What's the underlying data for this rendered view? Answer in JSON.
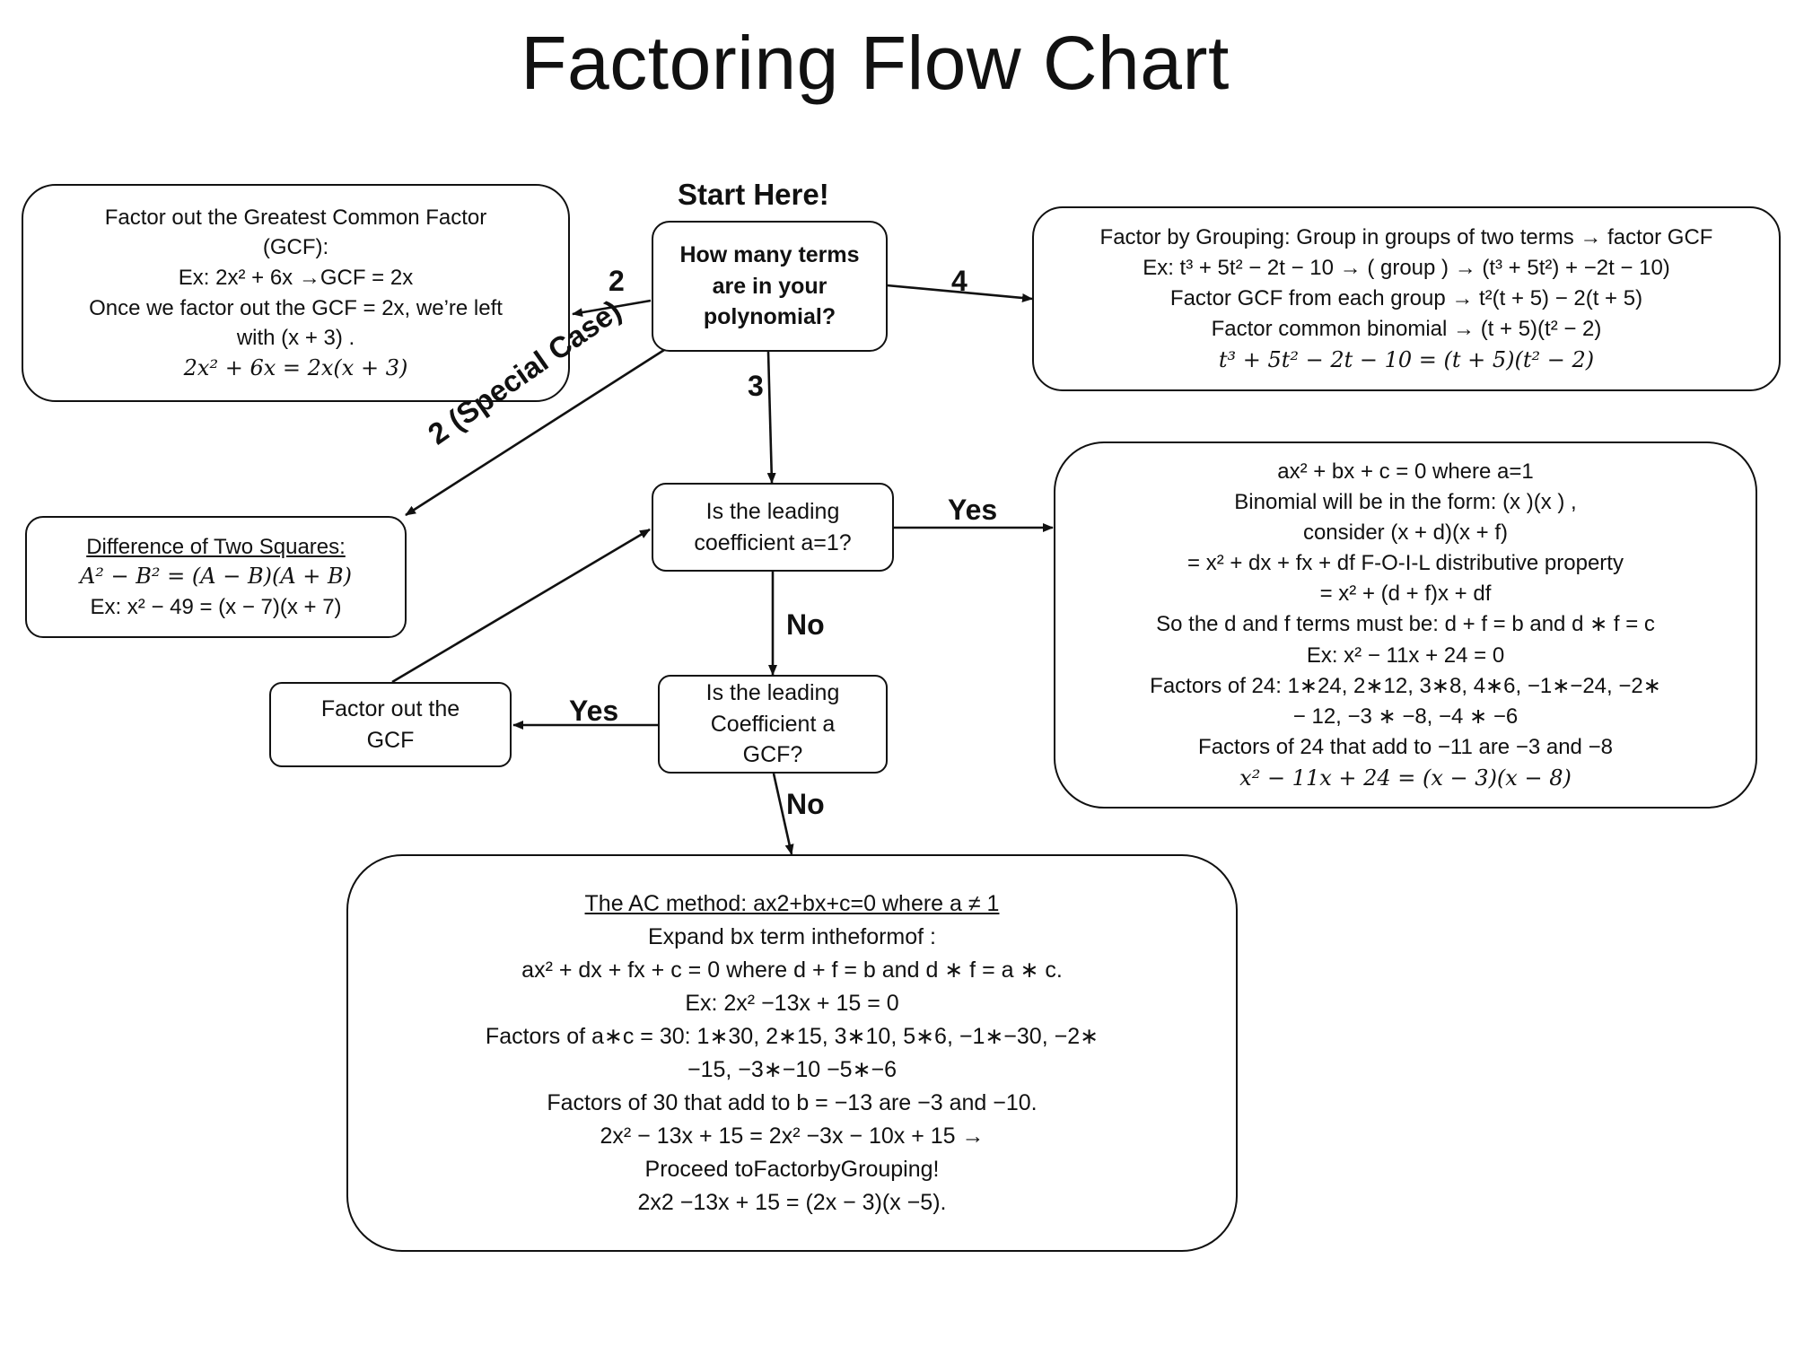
{
  "title": "Factoring Flow Chart",
  "start_label": "Start Here!",
  "nodes": {
    "terms": {
      "lines": [
        "How many terms",
        "are in your",
        "polynomial?"
      ]
    },
    "gcf": {
      "lines": [
        "Factor out the Greatest Common Factor",
        "(GCF):",
        "Ex: 2x² + 6x  →GCF = 2x",
        "Once we factor out the GCF = 2x, we’re left",
        "with (x + 3) .",
        "2x² + 6x = 2x(x + 3)"
      ]
    },
    "grouping": {
      "lines": [
        "Factor by Grouping: Group in groups of two terms → factor GCF",
        "Ex: t³ + 5t² − 2t − 10  → ( group ) → (t³ + 5t²) + −2t − 10)",
        "Factor GCF from each group → t²(t + 5) − 2(t + 5)",
        "Factor common binomial → (t + 5)(t² − 2)",
        "t³ + 5t² − 2t − 10 = (t + 5)(t² − 2)"
      ]
    },
    "squares": {
      "lines": [
        "Difference of Two Squares:",
        "A² − B² = (A − B)(A + B)",
        "Ex: x² − 49 = (x − 7)(x + 7)"
      ]
    },
    "leading": {
      "lines": [
        "Is the leading",
        "coefficient a=1?"
      ]
    },
    "a1": {
      "lines": [
        "ax² + bx + c = 0      where a=1",
        "Binomial will be in the form: (x )(x ) ,",
        "consider (x + d)(x + f)",
        "= x² + dx + fx + df       F-O-I-L distributive property",
        "= x² + (d + f)x + df",
        "So the d and f terms must be: d + f = b and  d ∗ f = c",
        "Ex:  x² − 11x + 24 = 0",
        "Factors of 24: 1∗24, 2∗12, 3∗8, 4∗6, −1∗−24, −2∗",
        "− 12, −3 ∗ −8, −4 ∗ −6",
        "Factors of 24 that add to −11 are −3 and −8",
        "x² − 11x + 24 = (x − 3)(x − 8)"
      ]
    },
    "factor_gcf": {
      "lines": [
        "Factor out the",
        "GCF"
      ]
    },
    "lead_gcf": {
      "lines": [
        "Is the leading",
        "Coefficient a",
        "GCF?"
      ]
    },
    "ac": {
      "lines": [
        "The AC method: ax2+bx+c=0      where a ≠ 1",
        "Expand bx term intheformof :",
        "ax² + dx + fx + c = 0        where d + f = b     and d ∗ f = a ∗ c.",
        "Ex: 2x² −13x + 15 = 0",
        "Factors of a∗c = 30: 1∗30, 2∗15, 3∗10, 5∗6, −1∗−30, −2∗",
        "−15, −3∗−10 −5∗−6",
        "Factors of 30 that add to b = −13 are −3 and −10.",
        "2x² − 13x + 15 = 2x² −3x − 10x + 15   →",
        "Proceed toFactorbyGrouping!",
        "2x2 −13x + 15 = (2x − 3)(x −5)."
      ]
    }
  },
  "edges": {
    "to_gcf": "2",
    "to_grouping": "4",
    "to_leading": "3",
    "to_squares": "2 (Special Case)",
    "leading_yes": "Yes",
    "leading_no": "No",
    "gcf_yes": "Yes",
    "gcf_no": "No"
  }
}
